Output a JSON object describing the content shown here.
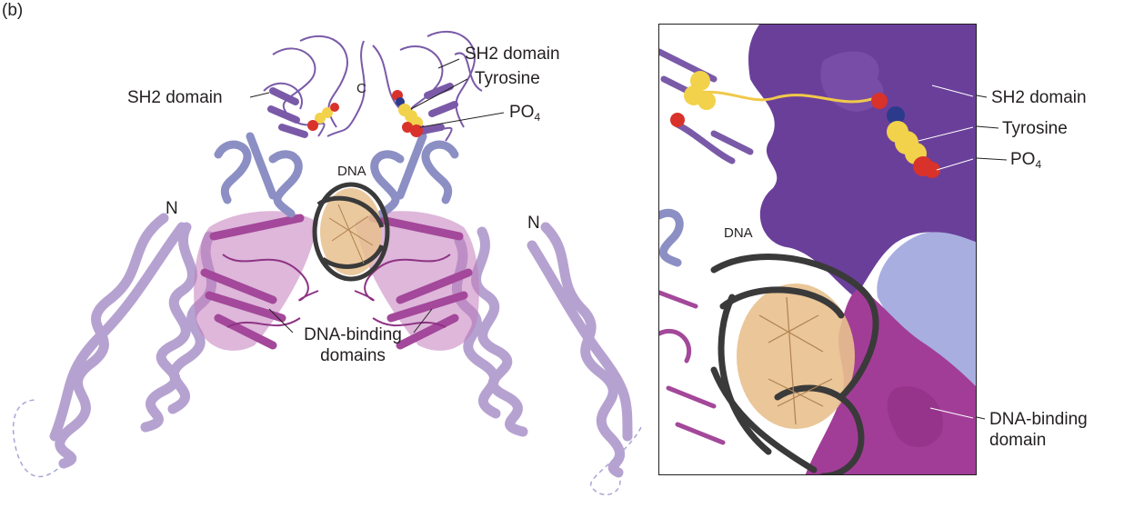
{
  "panel_label": "(b)",
  "colors": {
    "sh2": "#7a5aa8",
    "sh2_surface": "#6a3f9a",
    "linker_helix": "#8c8fc4",
    "dna_binding": "#a3489a",
    "coiled_coil": "#b6a2d0",
    "dna_backbone": "#3a3a3a",
    "dna_bases": "#e8c08e",
    "tyrosine": "#f2d24a",
    "phosphate": "#d8322b",
    "nitrogen": "#2c3a8c"
  },
  "left_panel": {
    "labels": {
      "sh2_left": "SH2 domain",
      "sh2_right": "SH2 domain",
      "tyrosine": "Tyrosine",
      "po4_main": "PO",
      "po4_sub": "4",
      "c_term": "C",
      "dna": "DNA",
      "n_left": "N",
      "n_right": "N",
      "dna_binding_line1": "DNA-binding",
      "dna_binding_line2": "domains"
    }
  },
  "inset_panel": {
    "labels": {
      "sh2": "SH2 domain",
      "tyrosine": "Tyrosine",
      "po4_main": "PO",
      "po4_sub": "4",
      "dna": "DNA",
      "dna_binding_line1": "DNA-binding",
      "dna_binding_line2": "domain"
    }
  }
}
